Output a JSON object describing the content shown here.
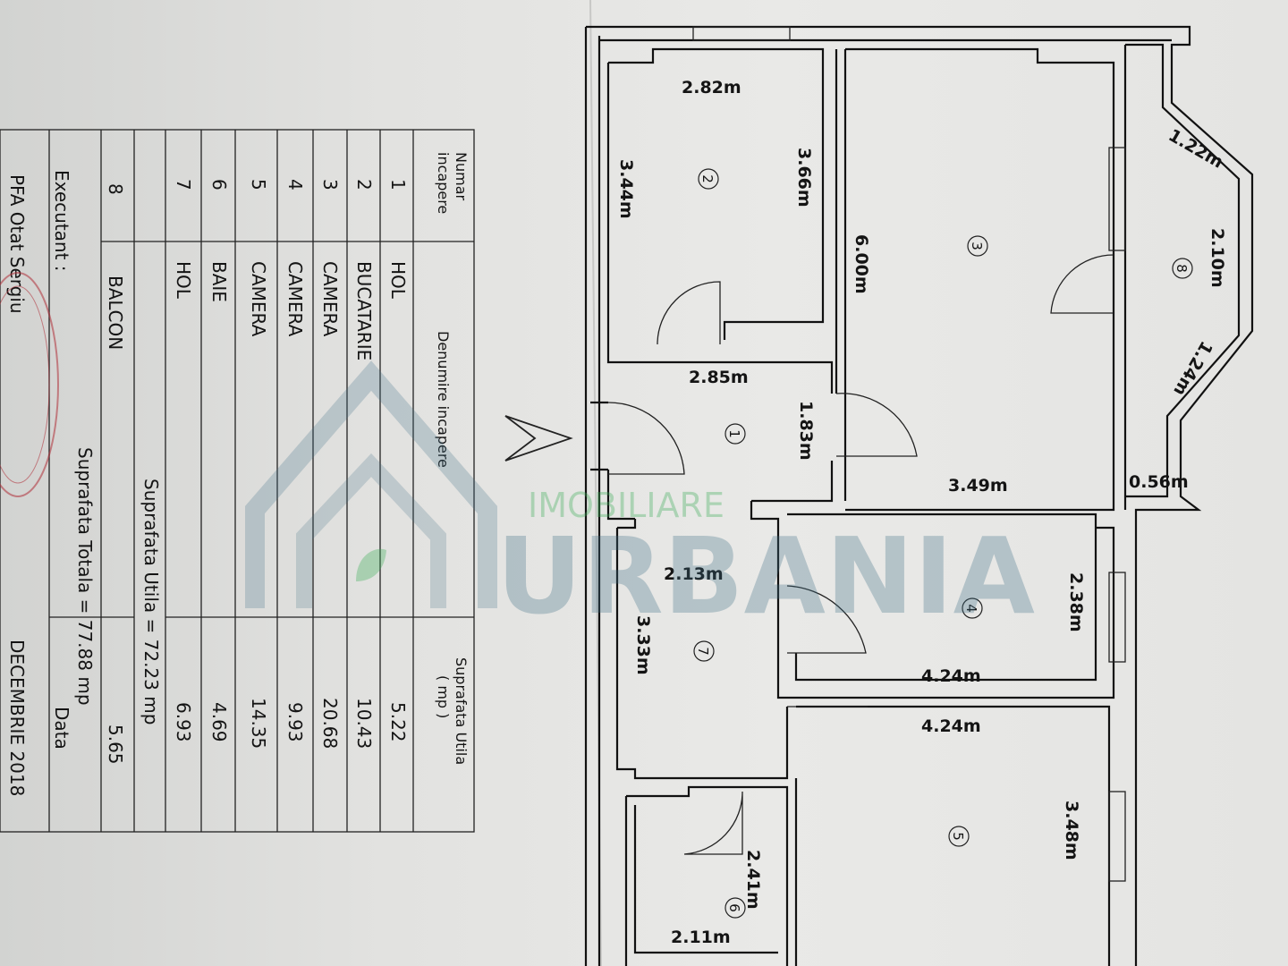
{
  "table": {
    "headers": {
      "num": [
        "Numar",
        "incapere"
      ],
      "name": "Denumire incapere",
      "area": [
        "Suprafata Utila",
        "( mp )"
      ]
    },
    "rows": [
      {
        "num": "1",
        "name": "HOL",
        "area": "5.22"
      },
      {
        "num": "2",
        "name": "BUCATARIE",
        "area": "10.43"
      },
      {
        "num": "3",
        "name": "CAMERA",
        "area": "20.68"
      },
      {
        "num": "4",
        "name": "CAMERA",
        "area": "9.93"
      },
      {
        "num": "5",
        "name": "CAMERA",
        "area": "14.35"
      },
      {
        "num": "6",
        "name": "BAIE",
        "area": "4.69"
      },
      {
        "num": "7",
        "name": "HOL",
        "area": "6.93"
      },
      {
        "num": "8",
        "name": "BALCON",
        "area": "5.65"
      }
    ],
    "useful_total": "Suprafata Utila  =   72.23  mp",
    "grand_total": "Suprafata Totala  =   77.88  mp",
    "executant_label": "Executant :",
    "date_label": "Data",
    "executant_name": "PFA  Otat Sergiu",
    "date_value": "DECEMBRIE  2018"
  },
  "plan": {
    "dimensions": {
      "r2_top": "2.82m",
      "r2_left": "3.44m",
      "r2_right": "3.66m",
      "r1_top": "2.85m",
      "r1_right": "1.83m",
      "r3_left": "6.00m",
      "r3_bottom": "3.49m",
      "r8_a": "1.22m",
      "r8_b": "2.10m",
      "r8_c": "1.24m",
      "r8_d": "0.56m",
      "r7_top": "2.13m",
      "r7_left": "3.33m",
      "r4_right": "2.38m",
      "r4_bottom": "4.24m",
      "r5_top": "4.24m",
      "r5_right": "3.48m",
      "r6_right": "2.41m",
      "r6_bottom": "2.11m"
    },
    "room_numbers": [
      "1",
      "2",
      "3",
      "4",
      "5",
      "6",
      "7",
      "8"
    ]
  },
  "watermark": {
    "brand_top": "IMOBILIARE",
    "brand_main": "URBANIA"
  }
}
